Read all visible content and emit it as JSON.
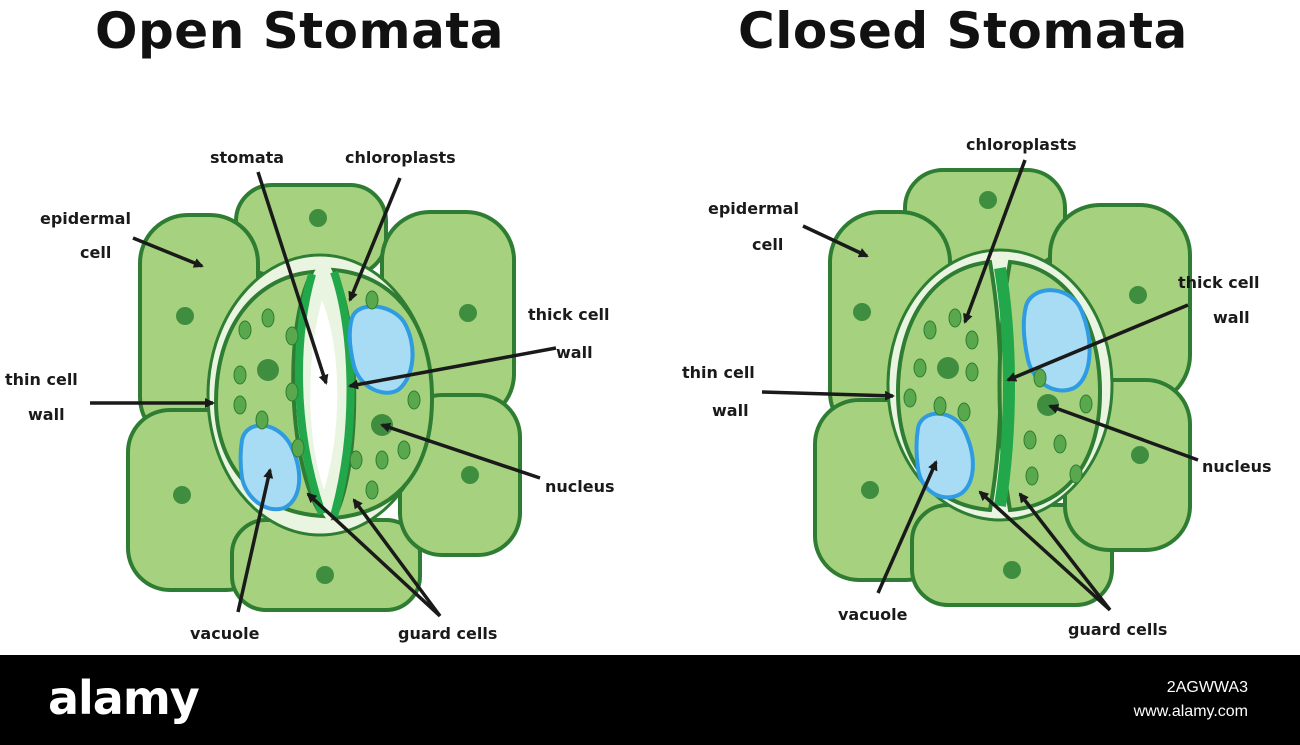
{
  "titles": {
    "open": "Open Stomata",
    "closed": "Closed Stomata"
  },
  "open_labels": {
    "stomata": "stomata",
    "chloroplasts": "chloroplasts",
    "epidermal_1": "epidermal",
    "epidermal_2": "cell",
    "thick_1": "thick cell",
    "thick_2": "wall",
    "thin_1": "thin cell",
    "thin_2": "wall",
    "nucleus": "nucleus",
    "vacuole": "vacuole",
    "guard": "guard cells"
  },
  "closed_labels": {
    "chloroplasts": "chloroplasts",
    "epidermal_1": "epidermal",
    "epidermal_2": "cell",
    "thick_1": "thick cell",
    "thick_2": "wall",
    "thin_1": "thin cell",
    "thin_2": "wall",
    "nucleus": "nucleus",
    "vacuole": "vacuole",
    "guard": "guard cells"
  },
  "footer": {
    "logo": "alamy",
    "image_id": "2AGWWA3",
    "site": "www.alamy.com"
  },
  "colors": {
    "cell_fill": "#a6d27f",
    "cell_stroke": "#2e7d32",
    "nucleus": "#3f8e3f",
    "vacuole": "#a8dcf5",
    "vacuole_stroke": "#2f9be0",
    "thick_wall": "#22a84a",
    "chloroplast": "#5aa84e"
  }
}
